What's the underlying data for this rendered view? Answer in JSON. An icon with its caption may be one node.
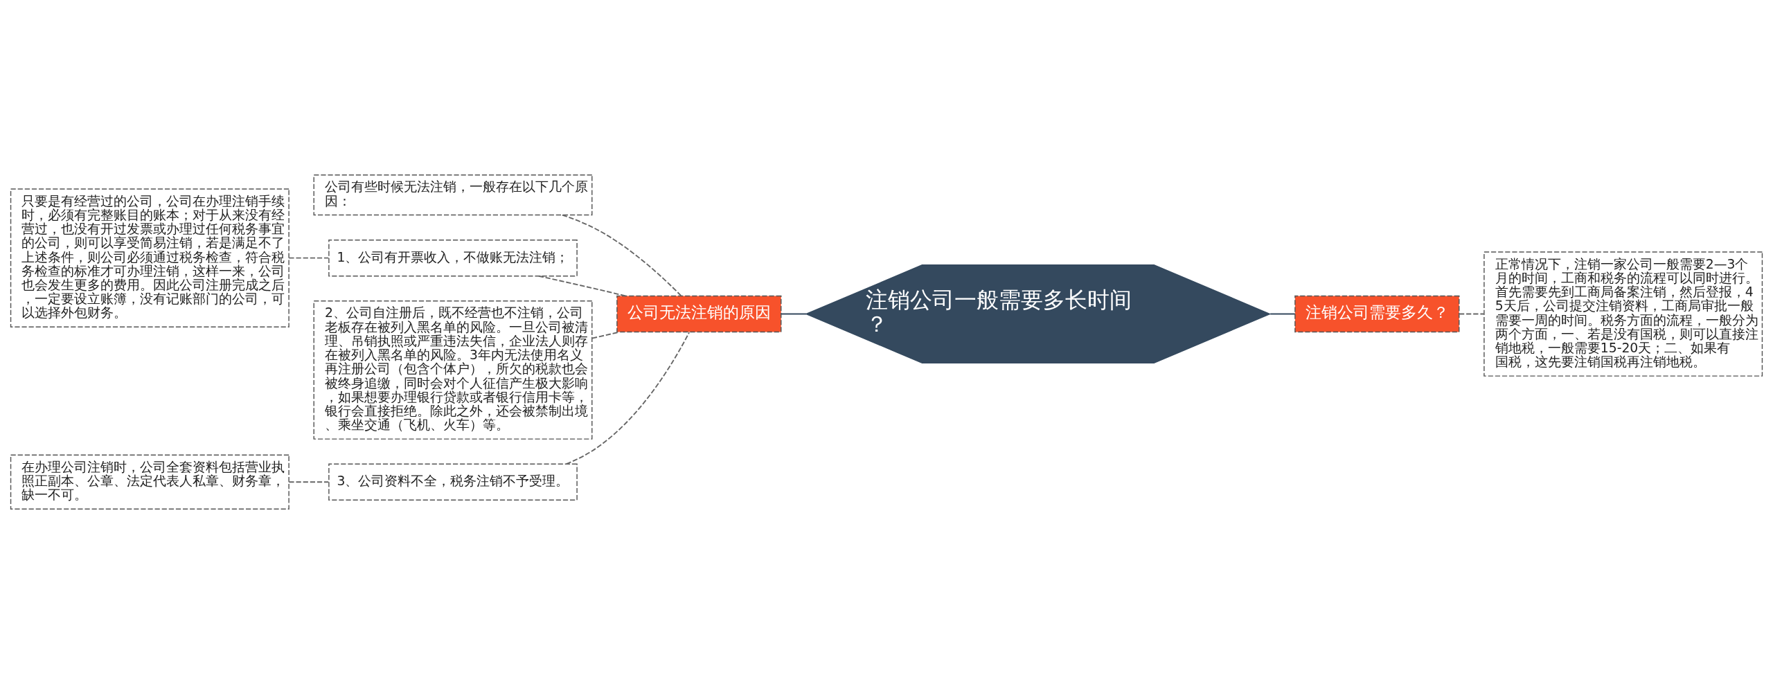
{
  "diagram": {
    "nodes": [
      {
        "text": [
          "注销公司一般需要多长时间？"
        ]
      },
      {
        "text": [
          "公司无法注销的原因"
        ]
      },
      {
        "text": [
          "公司有些时候无法注销，一般存在以下几个原因："
        ]
      },
      {
        "text": [
          "1、公司有开票收入，不做账无法注销；"
        ]
      },
      {
        "text": [
          "只要是有经营过的公司，公司在办理注销手续时，必须有完整账目的账本；对于从来没有经营过，也没有开过发票或办理过任何税务事宜的公司，则可以享受简易注销，若是满足不了上述条件，则公司必须通过税务检查，符合税务检查的标准才可办理注销，这样一来，公司也会发生更多的费用。因此公司注册完成之后，一定要设立账簿，没有记账部门的公司，可以选择外包财务。"
        ]
      },
      {
        "text": [
          "2、公司自注册后，既不经营也不注销，公司老板存在被列入黑名单的风险。一旦公司被清理、吊销执照或严重违法失信，企业法人则存在被列入黑名单的风险。3年内无法使用名义再注册公司（包含个体户），所欠的税款也会被终身追缴，同时会对个人征信产生极大影响，如果想要办理银行贷款或者银行信用卡等，银行会直接拒绝。除此之外，还会被禁制出境、乘坐交通（飞机、火车）等。"
        ]
      },
      {
        "text": [
          "3、公司资料不全，税务注销不予受理。"
        ]
      },
      {
        "text": [
          "在办理公司注销时，公司全套资料包括营业执照正副本、公章、法定代表人私章、财务章，缺一不可。"
        ]
      },
      {
        "text": [
          "注销公司需要多久？"
        ]
      },
      {
        "text": [
          "正常情况下，注销一家公司一般需要2—3个月的时间，工商和税务的流程可以同时进行。首先需要先到工商局备案注销，然后登报，45天后，公司提交注销资料，工商局审批一般需要一周的时间。税务方面的流程，一般分为两个方面，一、若是没有国税，则可以直接注销地税，一般需要15-20天；二、如果有国税，这先要注销国税再注销地税。"
        ]
      }
    ],
    "edges": [
      {
        "from": 0,
        "to": 1,
        "arrow": "none",
        "color": "#34495e"
      },
      {
        "from": 1,
        "to": 2,
        "arrow": "none",
        "style": "dashed"
      },
      {
        "from": 1,
        "to": 3,
        "arrow": "none",
        "style": "dashed"
      },
      {
        "from": 3,
        "to": 4,
        "arrow": "none",
        "style": "dashed"
      },
      {
        "from": 1,
        "to": 5,
        "arrow": "none",
        "style": "dashed"
      },
      {
        "from": 1,
        "to": 6,
        "arrow": "none",
        "style": "dashed"
      },
      {
        "from": 6,
        "to": 7,
        "arrow": "none",
        "style": "dashed"
      },
      {
        "from": 0,
        "to": 8,
        "arrow": "none",
        "color": "#34495e"
      },
      {
        "from": 8,
        "to": 9,
        "arrow": "none",
        "style": "dashed"
      }
    ]
  }
}
